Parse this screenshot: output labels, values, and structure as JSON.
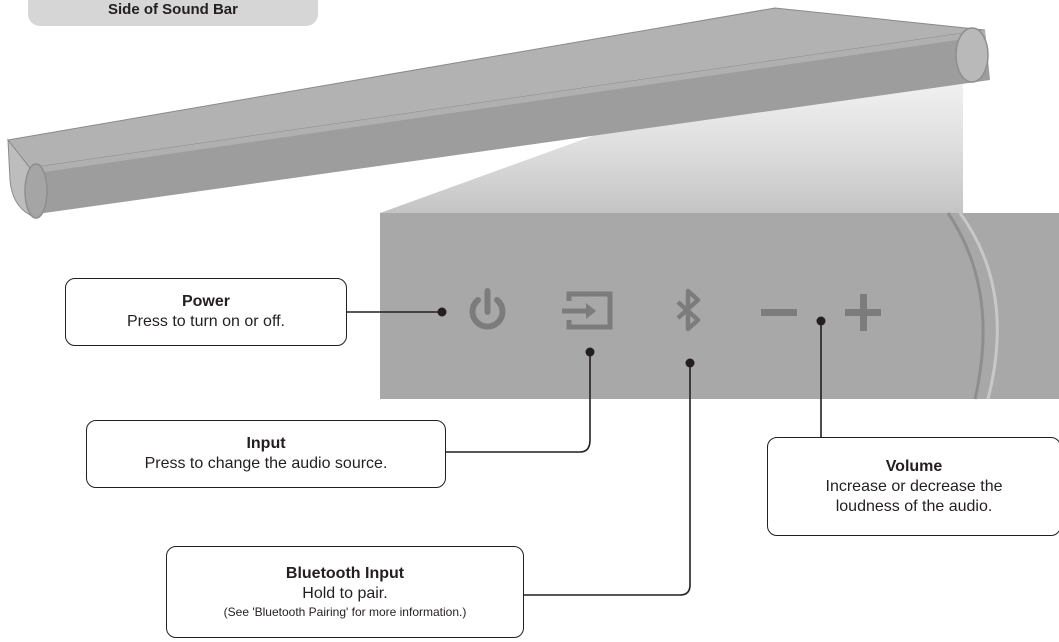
{
  "header_tab": {
    "label": "Side of Sound Bar"
  },
  "callouts": {
    "power": {
      "title": "Power",
      "desc": "Press to turn on or off."
    },
    "input": {
      "title": "Input",
      "desc": "Press to change the audio source."
    },
    "bluetooth": {
      "title": "Bluetooth Input",
      "desc": "Hold to pair.",
      "note": "(See 'Bluetooth Pairing' for more information.)"
    },
    "volume": {
      "title": "Volume",
      "desc": "Increase or decrease the loudness of the audio."
    }
  },
  "icons": [
    "power-icon",
    "input-icon",
    "bluetooth-icon",
    "volume-down-icon",
    "volume-up-icon"
  ],
  "colors": {
    "bar_top": "#aeaeae",
    "bar_face": "#9d9d9d",
    "panel": "#a8a8a8",
    "icon": "#7c7c7c",
    "line": "#231f20"
  }
}
